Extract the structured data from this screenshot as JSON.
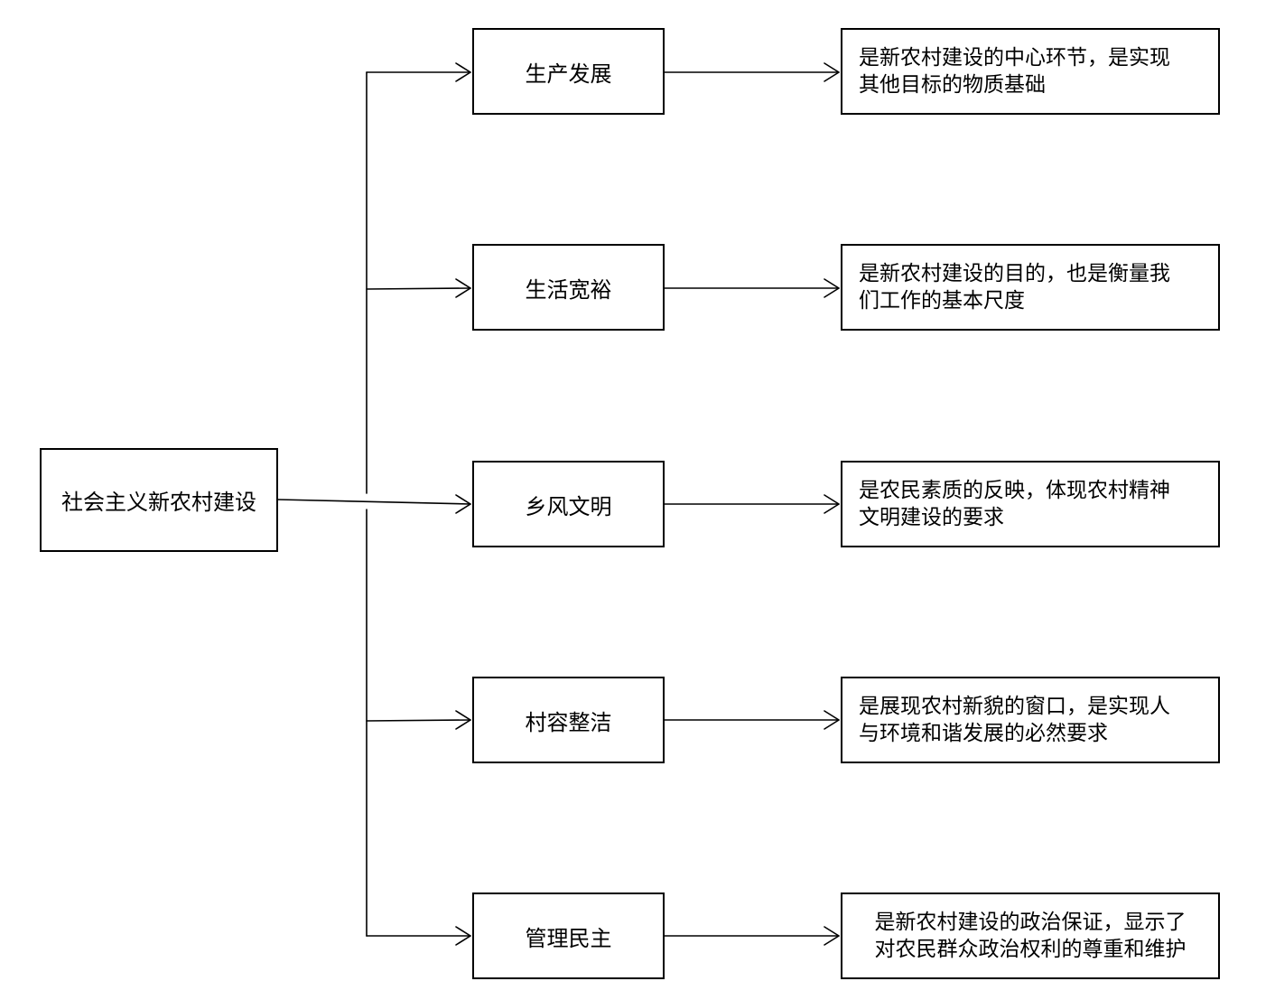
{
  "root": {
    "label": "社会主义新农村建设"
  },
  "branches": [
    {
      "label": "生产发展",
      "description": [
        "是新农村建设的中心环节，是实现",
        "其他目标的物质基础"
      ]
    },
    {
      "label": "生活宽裕",
      "description": [
        "是新农村建设的目的，也是衡量我",
        "们工作的基本尺度"
      ]
    },
    {
      "label": "乡风文明",
      "description": [
        "是农民素质的反映，体现农村精神",
        "文明建设的要求"
      ]
    },
    {
      "label": "村容整洁",
      "description": [
        "是展现农村新貌的窗口，是实现人",
        "与环境和谐发展的必然要求"
      ]
    },
    {
      "label": "管理民主",
      "description": [
        "是新农村建设的政治保证，显示了",
        "对农民群众政治权利的尊重和维护"
      ]
    }
  ]
}
